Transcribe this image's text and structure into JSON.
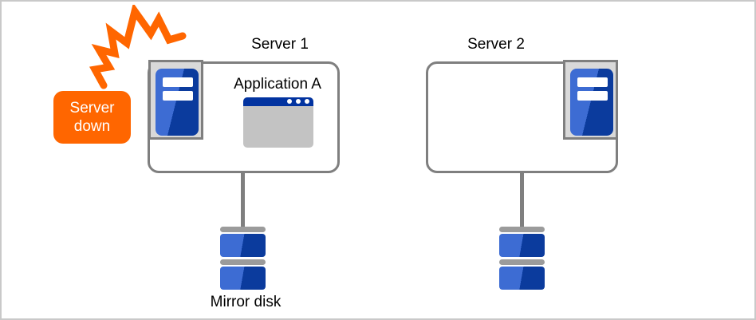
{
  "colors": {
    "accent_orange": "#FF6600",
    "box_border_gray": "#7F7F7F",
    "icon_panel_gray": "#D9D9D9",
    "server_blue_light": "#3D6CD3",
    "server_blue_dark": "#0B3B9D",
    "window_titlebar_blue": "#0233A0",
    "window_body_gray": "#C3C3C3",
    "disk_cap_gray": "#9B9B9B",
    "badge_text": "#FFFFFF",
    "label_text": "#000000"
  },
  "badge": {
    "lines": [
      "Server",
      "down"
    ]
  },
  "servers": {
    "server1": {
      "title": "Server 1",
      "application": "Application A"
    },
    "server2": {
      "title": "Server 2"
    }
  },
  "disks": {
    "mirror_label": "Mirror disk"
  },
  "icons": {
    "crash": "crash-burst-icon",
    "server_tower": "server-tower-icon",
    "application_window": "application-window-icon",
    "mirror_disk": "mirror-disk-icon"
  }
}
